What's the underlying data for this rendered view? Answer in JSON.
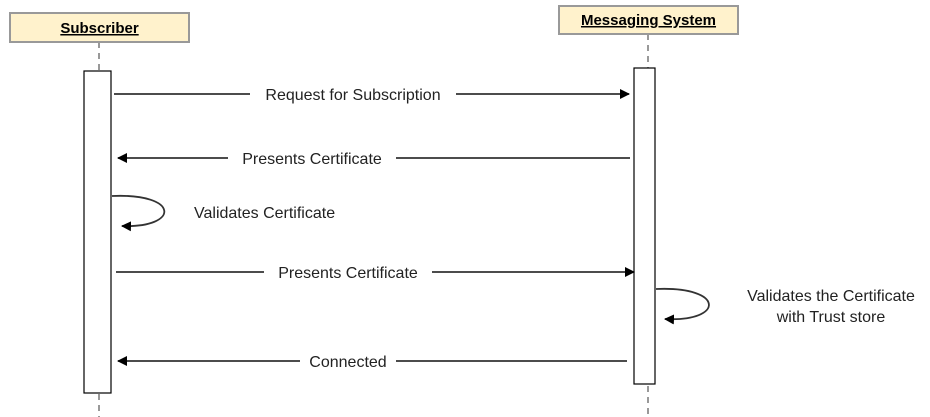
{
  "actors": {
    "subscriber": "Subscriber",
    "messaging_system": "Messaging System"
  },
  "messages": {
    "request_subscription": "Request for Subscription",
    "presents_certificate_1": "Presents Certificate",
    "validates_certificate": "Validates Certificate",
    "presents_certificate_2": "Presents Certificate",
    "validates_trust_line1": "Validates the Certificate",
    "validates_trust_line2": "with Trust store",
    "connected": "Connected"
  },
  "colors": {
    "actor_fill": "#fff2cc",
    "actor_border": "#999999",
    "line": "#333333"
  }
}
